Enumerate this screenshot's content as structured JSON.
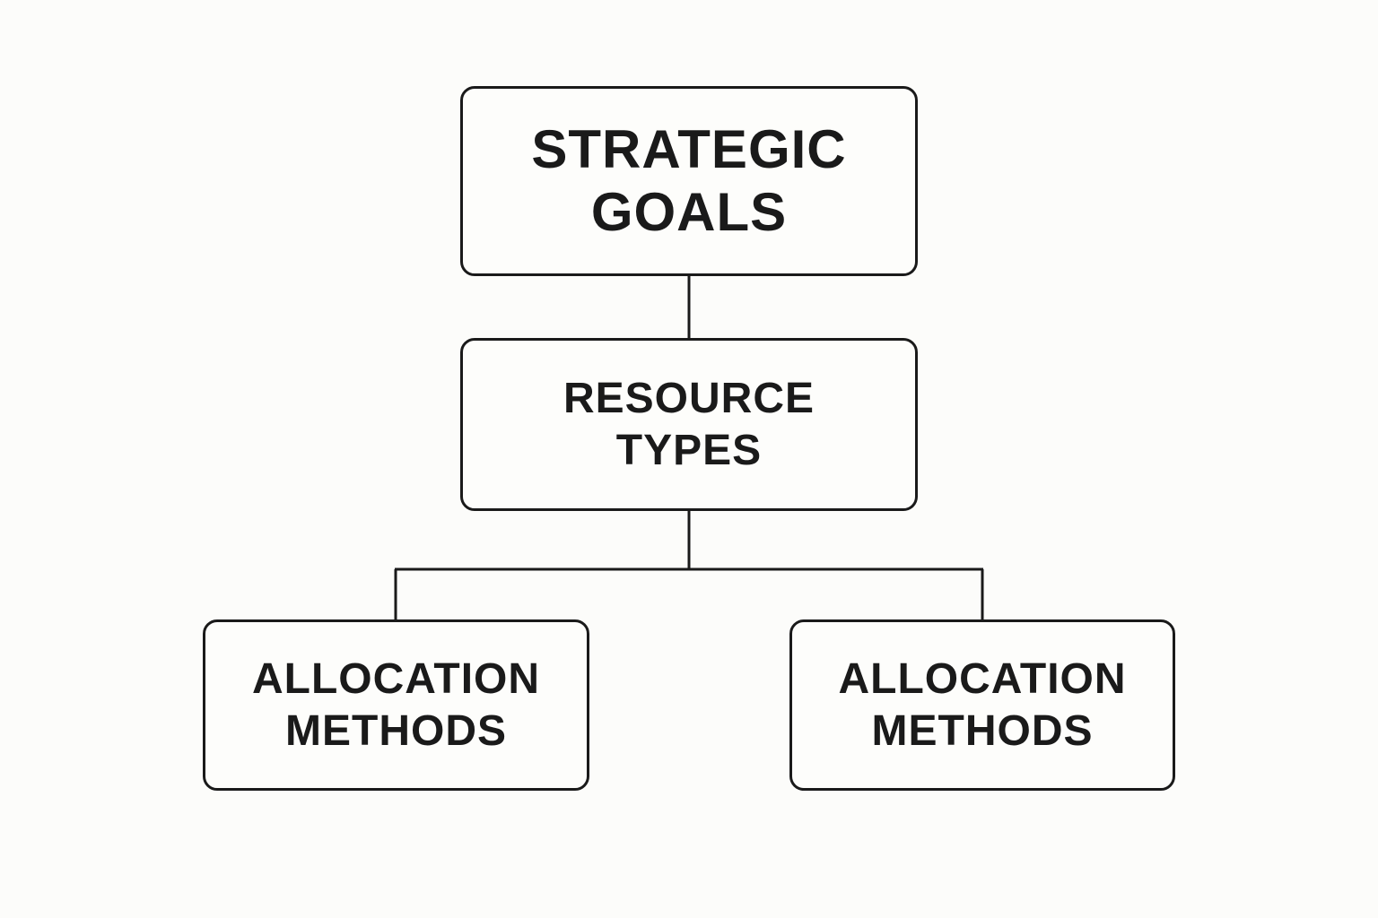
{
  "diagram": {
    "nodes": [
      {
        "id": "strategic-goals",
        "lines": [
          "STRATEGIC",
          "GOALS"
        ]
      },
      {
        "id": "resource-types",
        "lines": [
          "RESOURCE",
          "TYPES"
        ]
      },
      {
        "id": "allocation-methods-left",
        "lines": [
          "ALLOCATION",
          "METHODS"
        ]
      },
      {
        "id": "allocation-methods-right",
        "lines": [
          "ALLOCATION",
          "METHODS"
        ]
      }
    ],
    "edges": [
      {
        "from": "strategic-goals",
        "to": "resource-types"
      },
      {
        "from": "resource-types",
        "to": "allocation-methods-left"
      },
      {
        "from": "resource-types",
        "to": "allocation-methods-right"
      }
    ],
    "colors": {
      "background": "#fcfcfa",
      "stroke": "#1a1a1a",
      "text": "#1a1a1a"
    }
  }
}
